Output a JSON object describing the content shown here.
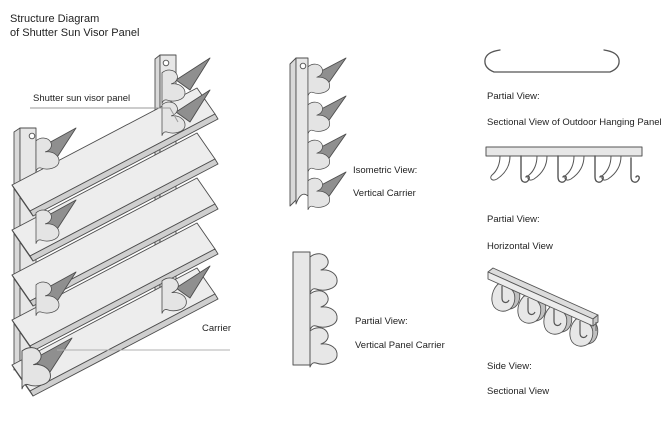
{
  "title": {
    "line1": "Structure Diagram",
    "line2": "of Shutter Sun Visor Panel"
  },
  "main_diagram": {
    "panel_label": "Shutter sun visor panel",
    "carrier_label": "Carrier"
  },
  "views": [
    {
      "id": "isometric-vertical-carrier",
      "caption_line1": "Isometric View:",
      "caption_line2": "Vertical Carrier"
    },
    {
      "id": "partial-vertical-panel-carrier",
      "caption_line1": "Partial View:",
      "caption_line2": "Vertical Panel Carrier"
    },
    {
      "id": "sectional-outdoor-hanging-panel",
      "caption_line1": "Partial View:",
      "caption_line2": "Sectional View of Outdoor Hanging Panel"
    },
    {
      "id": "horizontal-view",
      "caption_line1": "Partial View:",
      "caption_line2": "Horizontal View"
    },
    {
      "id": "side-sectional-view",
      "caption_line1": "Side View:",
      "caption_line2": "Sectional View"
    }
  ],
  "colors": {
    "background": "#ffffff",
    "text": "#1a1a1a",
    "outline": "#4d4d4d",
    "panel_face": "#ededed",
    "panel_edge": "#cfcfcf",
    "flange_dark": "#8f8f8f",
    "leader_line": "#9a9a9a"
  }
}
